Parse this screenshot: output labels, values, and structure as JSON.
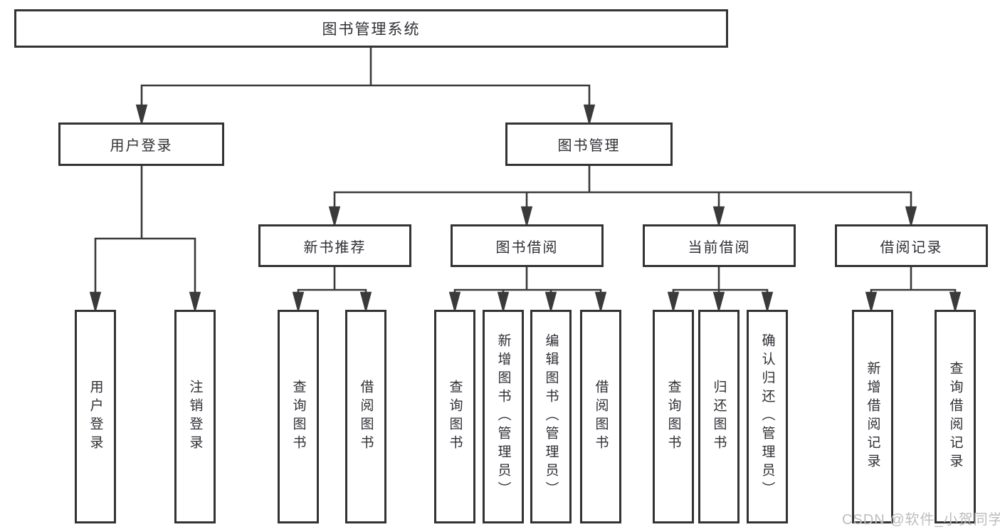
{
  "title": {
    "label": "图书管理系统"
  },
  "level2": {
    "user_login": {
      "label": "用户登录"
    },
    "book_mgmt": {
      "label": "图书管理"
    }
  },
  "level3": {
    "new_book": {
      "label": "新书推荐"
    },
    "book_borrow": {
      "label": "图书借阅"
    },
    "current_borrow": {
      "label": "当前借阅"
    },
    "borrow_records": {
      "label": "借阅记录"
    }
  },
  "level4": {
    "user_login_leaf": {
      "label": "用户登录"
    },
    "logout": {
      "label": "注销登录"
    },
    "nb_query": {
      "label": "查询图书"
    },
    "nb_borrow": {
      "label": "借阅图书"
    },
    "bb_query": {
      "label": "查询图书"
    },
    "bb_add": {
      "label": "新增图书（管理员）"
    },
    "bb_edit": {
      "label": "编辑图书（管理员）"
    },
    "bb_borrow": {
      "label": "借阅图书"
    },
    "cb_query": {
      "label": "查询图书"
    },
    "cb_return": {
      "label": "归还图书"
    },
    "cb_confirm": {
      "label": "确认归还（管理员）"
    },
    "br_add": {
      "label": "新增借阅记录"
    },
    "br_query": {
      "label": "查询借阅记录"
    }
  },
  "watermark": {
    "text": "CSDN @软件_小贺同学"
  },
  "colors": {
    "line": "#3a3a3a",
    "box_border": "#333333",
    "text": "#2f2f36",
    "watermark": "#bdbdbd",
    "background": "#ffffff"
  }
}
